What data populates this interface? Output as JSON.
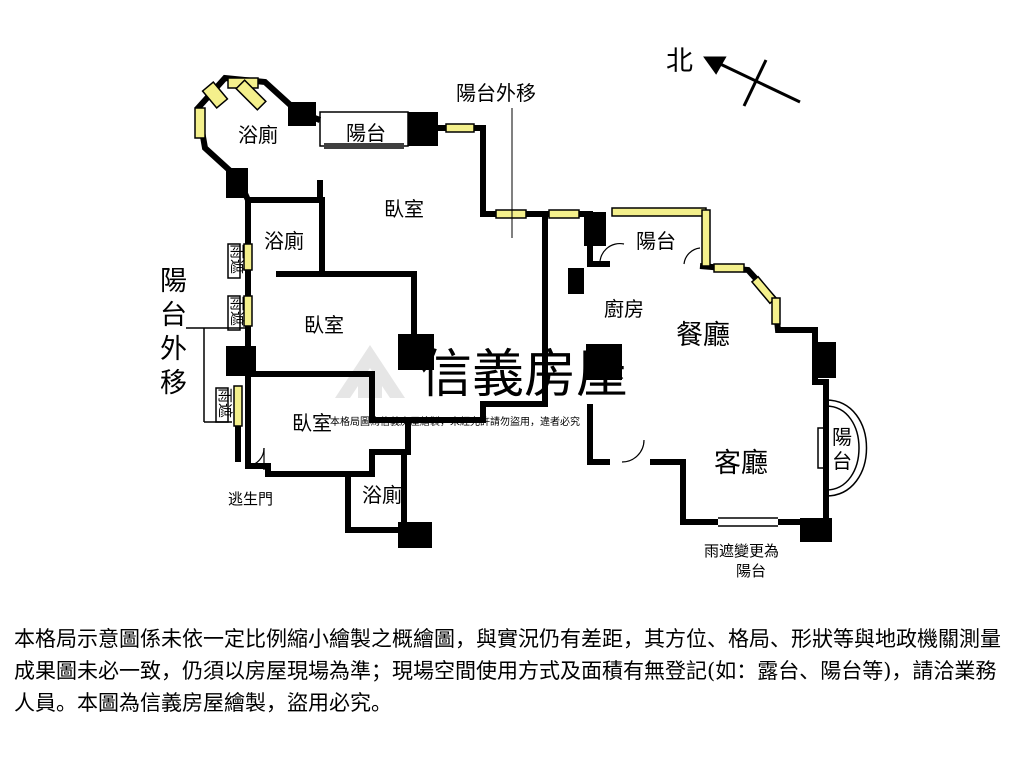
{
  "north_label": "北",
  "rooms": {
    "bath_top": "浴廁",
    "balcony_top": "陽台",
    "balcony_shift_top": "陽台外移",
    "bedroom_main": "臥室",
    "bath_mid": "浴廁",
    "bedroom_mid": "臥室",
    "bedroom_low": "臥室",
    "bath_low": "浴廁",
    "escape_door": "逃生門",
    "balcony_right": "陽台",
    "kitchen": "廚房",
    "dining": "餐廳",
    "living": "客廳",
    "balcony_round": "陽台",
    "canopy_line1": "雨遮變更為",
    "canopy_line2": "陽台",
    "canopy_small": "雨遮",
    "balcony_shift_left": [
      "陽",
      "台",
      "外",
      "移"
    ]
  },
  "watermark": {
    "brand": "信義房屋",
    "note": "本格局圖為信義房屋繪製，未經允許請勿盜用，違者必究"
  },
  "disclaimer": "本格局示意圖係未依一定比例縮小繪製之概繪圖，與實況仍有差距，其方位、格局、形狀等與地政機關測量成果圖未必一致，仍須以房屋現場為準；現場空間使用方式及面積有無登記(如：露台、陽台等)，請洽業務人員。本圖為信義房屋繪製，盜用必究。",
  "colors": {
    "wall": "#000000",
    "window_fill": "#f4f08c",
    "window_stroke": "#000000",
    "watermark": "#e4e4e4"
  }
}
